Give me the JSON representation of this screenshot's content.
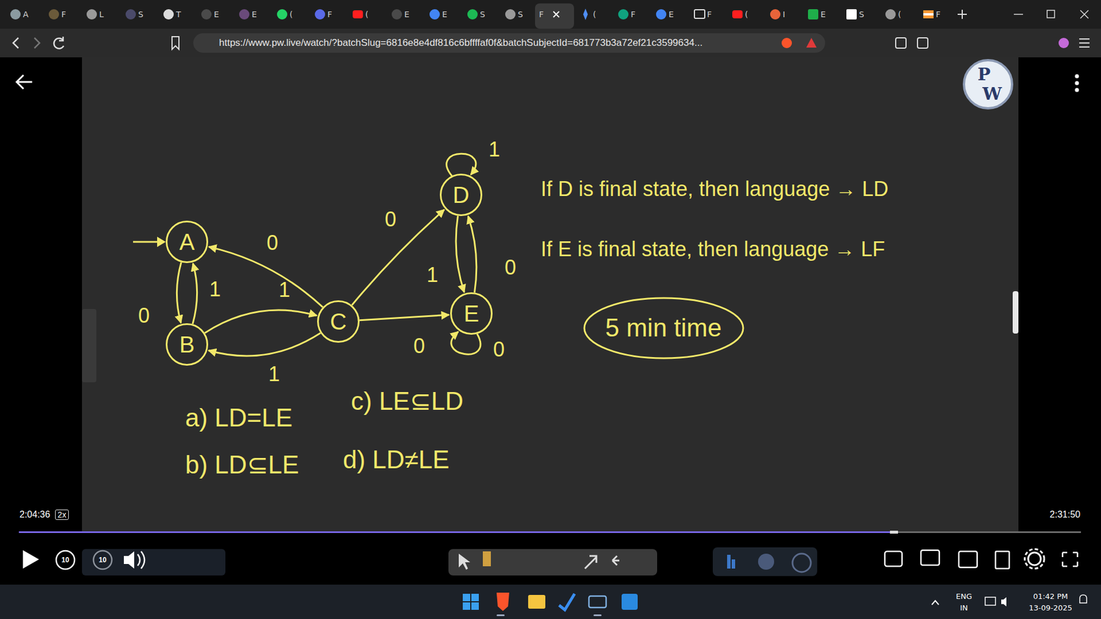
{
  "diagram": {
    "nodes": [
      {
        "text": [
          "A"
        ]
      },
      {
        "text": [
          "B"
        ]
      },
      {
        "text": [
          "C"
        ]
      },
      {
        "text": [
          "D"
        ]
      },
      {
        "text": [
          "E"
        ]
      },
      {
        "text": [
          "5 min time"
        ]
      }
    ],
    "edges": [
      {
        "from": 0,
        "to": 1,
        "label": "0",
        "arrow": "to"
      },
      {
        "from": 1,
        "to": 0,
        "label": "1",
        "arrow": "to"
      },
      {
        "from": 2,
        "to": 0,
        "label": "0",
        "arrow": "to"
      },
      {
        "from": 1,
        "to": 2,
        "label": "1",
        "arrow": "to"
      },
      {
        "from": 2,
        "to": 1,
        "label": "1",
        "arrow": "to"
      },
      {
        "from": 2,
        "to": 3,
        "label": "0",
        "arrow": "to"
      },
      {
        "from": 2,
        "to": 4,
        "label": "0",
        "arrow": "to"
      },
      {
        "from": 3,
        "to": 3,
        "label": "1",
        "arrow": "to"
      },
      {
        "from": 3,
        "to": 4,
        "label": "1",
        "arrow": "to"
      },
      {
        "from": 4,
        "to": 3,
        "label": "0",
        "arrow": "to"
      },
      {
        "from": 4,
        "to": 4,
        "label": "0",
        "arrow": "to"
      }
    ],
    "labels": [
      "A",
      "F",
      "L",
      "S",
      "T",
      "E",
      "E",
      "(",
      "F",
      "(",
      "E",
      "E",
      "S",
      "S",
      "F",
      "(",
      "F",
      "E",
      "F",
      "(",
      "I",
      "E",
      "S",
      "(",
      "F",
      "https://www.pw.live/watch/?batchSlug=6816e8e4df816c6bffffaf0f&batchSubjectId=681773b3a72ef21c3599634...",
      "If D is final state, then language → LD",
      "If E is final state, then language → LF",
      "a) LD=LE",
      "b) LD⊆LE",
      "c) LE⊆LD",
      "d) LD≠LE",
      "P",
      "W",
      "2:04:36",
      "2x",
      "2:31:50",
      "10",
      "10",
      "ENG",
      "IN",
      "01:42 PM",
      "13-09-2025"
    ]
  }
}
